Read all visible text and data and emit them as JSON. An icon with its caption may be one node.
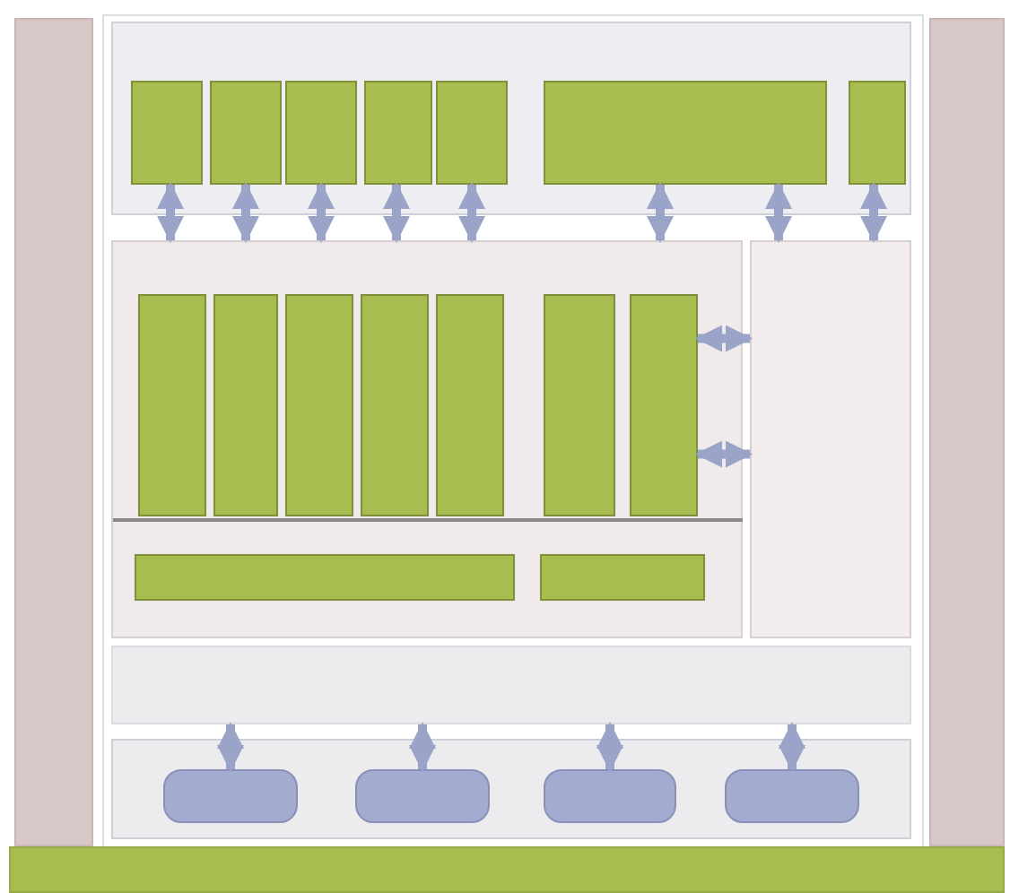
{
  "diagram": {
    "nodes": [
      {
        "text": [],
        "shape": "box"
      },
      {
        "text": [],
        "shape": "box"
      },
      {
        "text": [],
        "shape": "box",
        "in": 1
      },
      {
        "text": [],
        "shape": "box",
        "in": 1
      },
      {
        "text": [],
        "shape": "box",
        "in": 1
      },
      {
        "text": [],
        "shape": "box",
        "in": 1
      },
      {
        "text": [],
        "shape": "box",
        "in": 1
      },
      {
        "text": [],
        "shape": "box",
        "in": 1
      },
      {
        "text": [],
        "shape": "box",
        "in": 1
      },
      {
        "text": [],
        "shape": "box"
      },
      {
        "text": [],
        "shape": "box",
        "in": 9
      },
      {
        "text": [],
        "shape": "box",
        "in": 9
      },
      {
        "text": [],
        "shape": "box",
        "in": 9
      },
      {
        "text": [],
        "shape": "box",
        "in": 9
      },
      {
        "text": [],
        "shape": "box",
        "in": 9
      },
      {
        "text": [],
        "shape": "box",
        "in": 9
      },
      {
        "text": [],
        "shape": "box",
        "in": 9
      },
      {
        "text": [],
        "shape": "box",
        "in": 9
      },
      {
        "text": [],
        "shape": "box",
        "in": 9
      },
      {
        "text": [],
        "shape": "box"
      },
      {
        "text": [],
        "shape": "box"
      },
      {
        "text": [],
        "shape": "box"
      },
      {
        "text": [],
        "shape": "box",
        "in": 21
      },
      {
        "text": [],
        "shape": "box",
        "in": 21
      },
      {
        "text": [],
        "shape": "box",
        "in": 21
      },
      {
        "text": [],
        "shape": "box",
        "in": 21
      },
      {
        "text": [],
        "shape": "box"
      },
      {
        "text": [],
        "shape": "box"
      }
    ],
    "edges": [
      {
        "from": 2,
        "to": 9,
        "arrow": "both"
      },
      {
        "from": 3,
        "to": 9,
        "arrow": "both"
      },
      {
        "from": 4,
        "to": 9,
        "arrow": "both"
      },
      {
        "from": 5,
        "to": 9,
        "arrow": "both"
      },
      {
        "from": 6,
        "to": 9,
        "arrow": "both"
      },
      {
        "from": 7,
        "to": 9,
        "arrow": "both"
      },
      {
        "from": 7,
        "to": 19,
        "arrow": "both"
      },
      {
        "from": 8,
        "to": 19,
        "arrow": "both"
      },
      {
        "from": 16,
        "to": 19,
        "arrow": "both"
      },
      {
        "from": 16,
        "to": 19,
        "arrow": "both"
      },
      {
        "from": 22,
        "to": 20,
        "arrow": "both"
      },
      {
        "from": 23,
        "to": 20,
        "arrow": "both"
      },
      {
        "from": 24,
        "to": 20,
        "arrow": "both"
      },
      {
        "from": 25,
        "to": 20,
        "arrow": "both"
      }
    ]
  }
}
